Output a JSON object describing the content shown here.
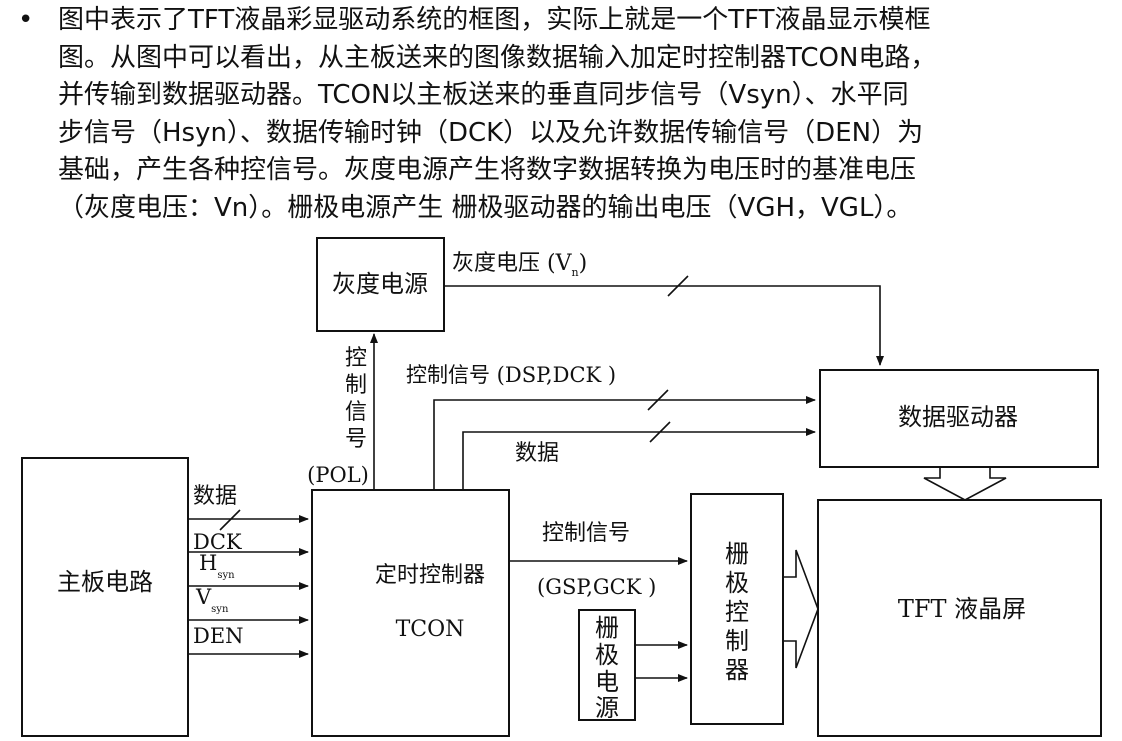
{
  "text": {
    "bullet": "•",
    "lines": [
      "图中表示了TFT液晶彩显驱动系统的框图，实际上就是一个TFT液晶显示模框",
      "图。从图中可以看出，从主板送来的图像数据输入加定时控制器TCON电路，",
      "并传输到数据驱动器。TCON以主板送来的垂直同步信号（Vsyn）、水平同",
      "步信号（Hsyn）、数据传输时钟（DCK）以及允许数据传输信号（DEN）为",
      "基础，产生各种控信号。灰度电源产生将数字数据转换为电压时的基准电压",
      "（灰度电压：Vn）。栅极电源产生 栅极驱动器的输出电压（VGH，VGL）。"
    ]
  },
  "diagram": {
    "boxes": {
      "mainboard": "主板电路",
      "gray_power": "灰度电源",
      "tcon_cn": "定时控制器",
      "tcon_en": "TCON",
      "data_driver": "数据驱动器",
      "tft_panel": "TFT 液晶屏",
      "gate_control": [
        "栅",
        "极",
        "控",
        "制",
        "器"
      ],
      "gate_power": [
        "栅",
        "极",
        "电",
        "源"
      ]
    },
    "labels": {
      "gray_voltage": "灰度电压 (V",
      "gray_voltage_sub": "n",
      "gray_voltage_close": ")",
      "control_signal_vertical": [
        "控",
        "制",
        "信",
        "号"
      ],
      "pol": "(POL)",
      "control_dsp_dck": "控制信号 (DSP,DCK )",
      "data_top": "数据",
      "data_left": "数据",
      "dck": "DCK",
      "hsyn": "H",
      "hsyn_sub": "syn",
      "vsyn": "V",
      "vsyn_sub": "syn",
      "den": "DEN",
      "control_signal_gate": "控制信号",
      "gsp_gck": "(GSP,GCK )"
    }
  }
}
